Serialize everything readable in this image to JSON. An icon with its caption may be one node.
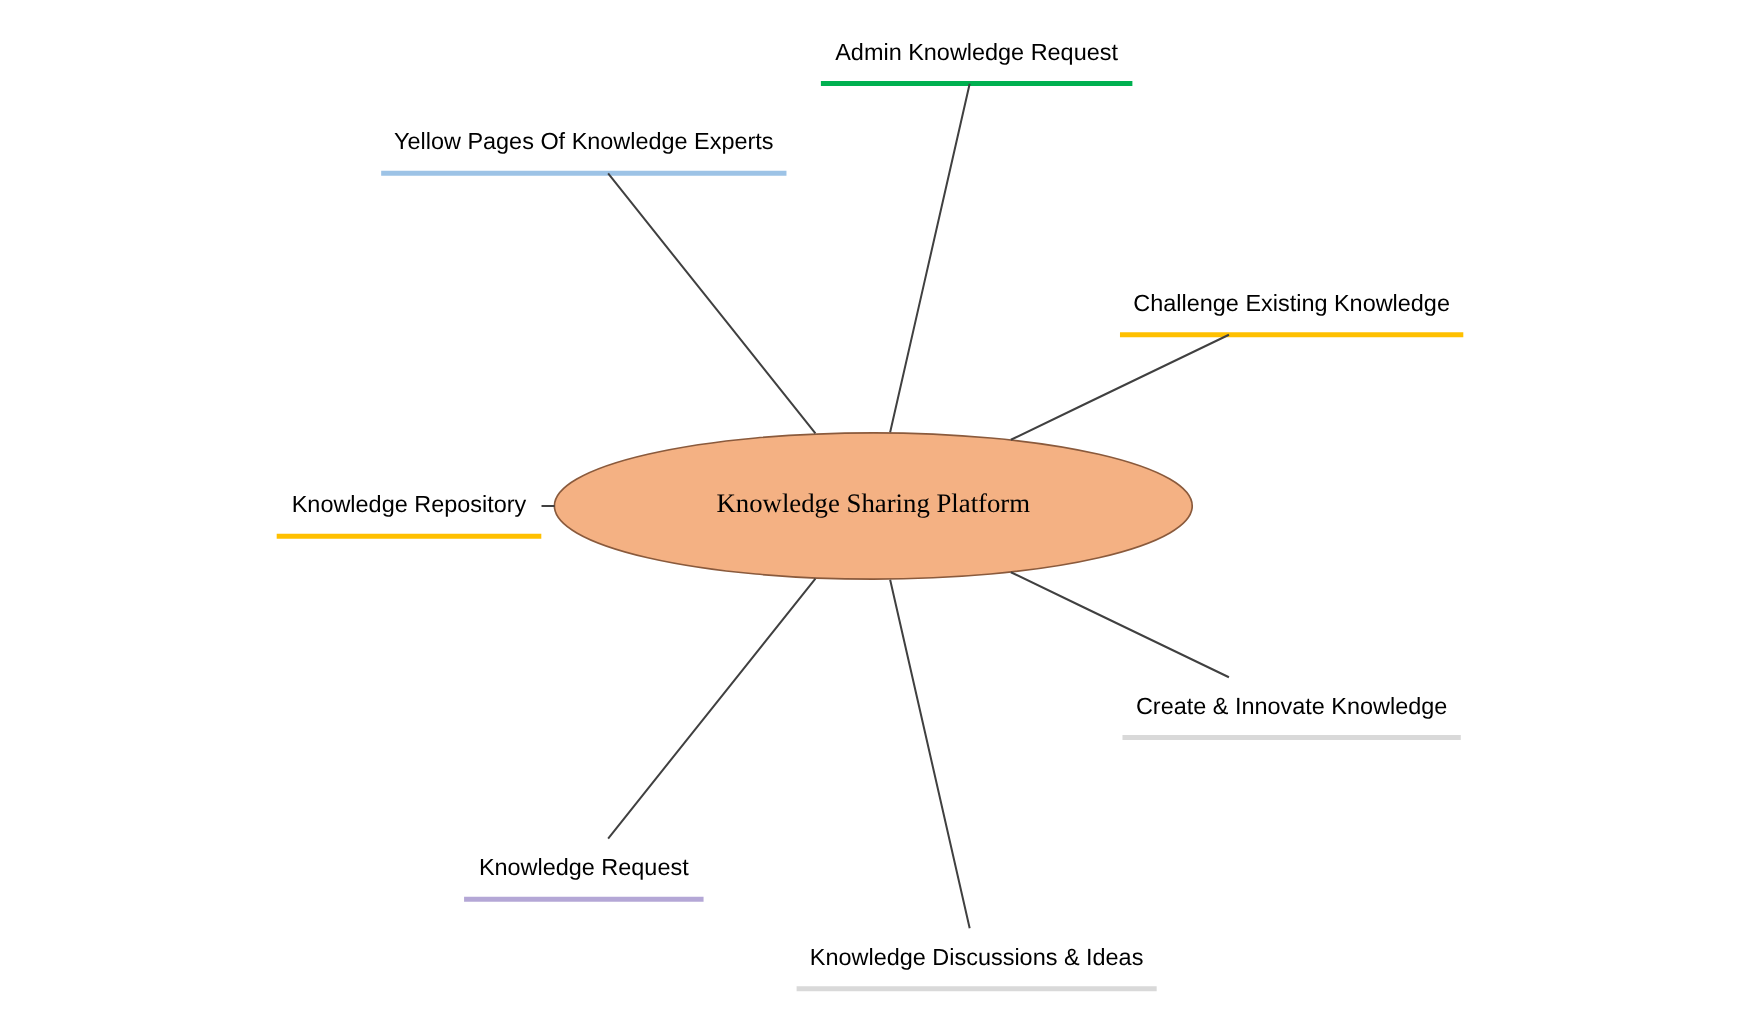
{
  "diagram": {
    "nodes": [
      {
        "text": [
          "Knowledge Sharing Platform"
        ]
      },
      {
        "text": [
          "Challenge Existing Knowledge"
        ]
      },
      {
        "text": [
          "Admin Knowledge Request"
        ]
      },
      {
        "text": [
          "Yellow Pages Of Knowledge Experts"
        ]
      },
      {
        "text": [
          "Knowledge Repository"
        ]
      },
      {
        "text": [
          "Knowledge Request"
        ]
      },
      {
        "text": [
          "Knowledge Discussions & Ideas"
        ]
      },
      {
        "text": [
          "Create & Innovate Knowledge"
        ]
      }
    ],
    "edges": [
      {
        "from": 0,
        "to": 1,
        "arrow": "none"
      },
      {
        "from": 0,
        "to": 2,
        "arrow": "none"
      },
      {
        "from": 0,
        "to": 3,
        "arrow": "none"
      },
      {
        "from": 0,
        "to": 4,
        "arrow": "none"
      },
      {
        "from": 0,
        "to": 5,
        "arrow": "none"
      },
      {
        "from": 0,
        "to": 6,
        "arrow": "none"
      },
      {
        "from": 0,
        "to": 7,
        "arrow": "none"
      }
    ]
  }
}
